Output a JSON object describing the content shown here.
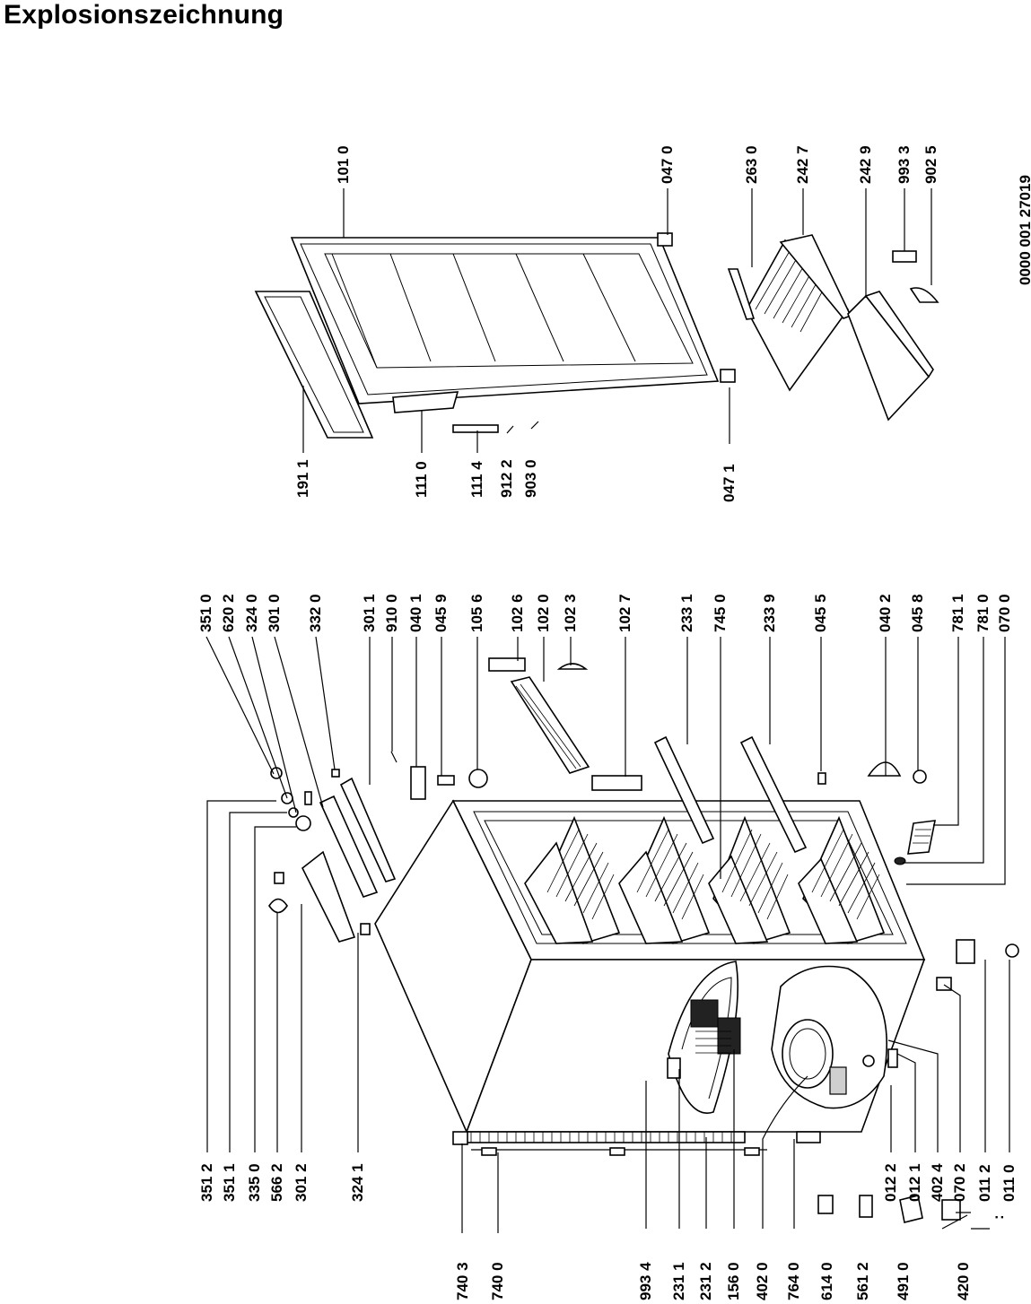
{
  "title": "Explosionszeichnung",
  "doc_number": "0000 001 27019",
  "ellipsis": ":",
  "labels": [
    {
      "id": "L01",
      "text": "351 2"
    },
    {
      "id": "L02",
      "text": "351 1"
    },
    {
      "id": "L03",
      "text": "335 0"
    },
    {
      "id": "L04",
      "text": "566 2"
    },
    {
      "id": "L05",
      "text": "301 2"
    },
    {
      "id": "L06",
      "text": "324 1"
    },
    {
      "id": "L07",
      "text": "740 3"
    },
    {
      "id": "L08",
      "text": "740 0"
    },
    {
      "id": "L09",
      "text": "993 4"
    },
    {
      "id": "L10",
      "text": "231 1"
    },
    {
      "id": "L11",
      "text": "231 2"
    },
    {
      "id": "L12",
      "text": "156 0"
    },
    {
      "id": "L13",
      "text": "402 0"
    },
    {
      "id": "L14",
      "text": "764 0"
    },
    {
      "id": "L15",
      "text": "614 0"
    },
    {
      "id": "L16",
      "text": "561 2"
    },
    {
      "id": "L17",
      "text": "491 0"
    },
    {
      "id": "L18",
      "text": "420 0"
    },
    {
      "id": "L19",
      "text": "012 2"
    },
    {
      "id": "L20",
      "text": "012 1"
    },
    {
      "id": "L21",
      "text": "402 4"
    },
    {
      "id": "L22",
      "text": "070 2"
    },
    {
      "id": "L23",
      "text": "011 2"
    },
    {
      "id": "L24",
      "text": "011 0"
    },
    {
      "id": "L25",
      "text": "351 0"
    },
    {
      "id": "L26",
      "text": "620 2"
    },
    {
      "id": "L27",
      "text": "324 0"
    },
    {
      "id": "L28",
      "text": "301 0"
    },
    {
      "id": "L29",
      "text": "332 0"
    },
    {
      "id": "L30",
      "text": "301 1"
    },
    {
      "id": "L31",
      "text": "910 0"
    },
    {
      "id": "L32",
      "text": "040 1"
    },
    {
      "id": "L33",
      "text": "045 9"
    },
    {
      "id": "L34",
      "text": "105 6"
    },
    {
      "id": "L35",
      "text": "102 6"
    },
    {
      "id": "L36",
      "text": "102 0"
    },
    {
      "id": "L37",
      "text": "102 3"
    },
    {
      "id": "L38",
      "text": "102 7"
    },
    {
      "id": "L39",
      "text": "233 1"
    },
    {
      "id": "L40",
      "text": "745 0"
    },
    {
      "id": "L41",
      "text": "233 9"
    },
    {
      "id": "L42",
      "text": "045 5"
    },
    {
      "id": "L43",
      "text": "040 2"
    },
    {
      "id": "L44",
      "text": "045 8"
    },
    {
      "id": "L45",
      "text": "781 1"
    },
    {
      "id": "L46",
      "text": "781 0"
    },
    {
      "id": "L47",
      "text": "070 0"
    },
    {
      "id": "L48",
      "text": "191 1"
    },
    {
      "id": "L49",
      "text": "111 0"
    },
    {
      "id": "L50",
      "text": "111 4"
    },
    {
      "id": "L51",
      "text": "912 2"
    },
    {
      "id": "L52",
      "text": "903 0"
    },
    {
      "id": "L53",
      "text": "047 1"
    },
    {
      "id": "L54",
      "text": "101 0"
    },
    {
      "id": "L55",
      "text": "047 0"
    },
    {
      "id": "L56",
      "text": "263 0"
    },
    {
      "id": "L57",
      "text": "242 7"
    },
    {
      "id": "L58",
      "text": "242 9"
    },
    {
      "id": "L59",
      "text": "993 3"
    },
    {
      "id": "L60",
      "text": "902 5"
    }
  ]
}
